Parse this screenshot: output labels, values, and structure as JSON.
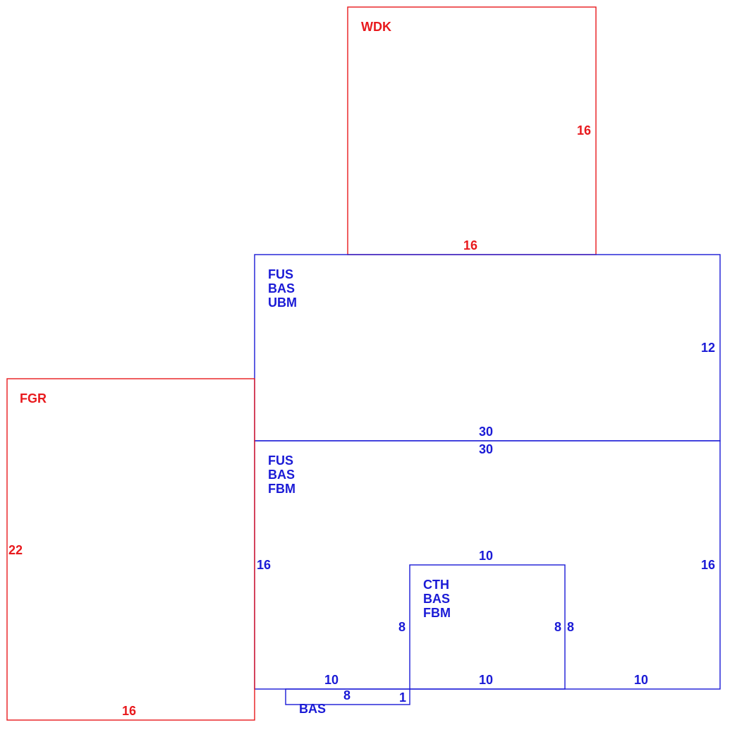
{
  "colors": {
    "garage_deck": "#e8191d",
    "house": "#1a1ad6",
    "background": "#ffffff"
  },
  "areas": {
    "wdk": {
      "codes": [
        "WDK"
      ],
      "dims": {
        "side": "16",
        "bottom": "16"
      }
    },
    "upper_block": {
      "codes": [
        "FUS",
        "BAS",
        "UBM"
      ],
      "dims": {
        "side": "12",
        "bottom": "30"
      }
    },
    "lower_block": {
      "codes": [
        "FUS",
        "BAS",
        "FBM"
      ],
      "dims": {
        "top": "30",
        "left": "16",
        "right": "16",
        "bottom_left": "10",
        "bottom_right": "10"
      }
    },
    "cth": {
      "codes": [
        "CTH",
        "BAS",
        "FBM"
      ],
      "dims": {
        "top": "10",
        "left": "8",
        "right_inner": "8",
        "right_outer": "8",
        "bottom": "10"
      }
    },
    "bas_strip": {
      "codes": [
        "BAS"
      ],
      "dims": {
        "length": "8",
        "depth": "1"
      }
    },
    "fgr": {
      "codes": [
        "FGR"
      ],
      "dims": {
        "side": "22",
        "bottom": "16"
      }
    }
  }
}
